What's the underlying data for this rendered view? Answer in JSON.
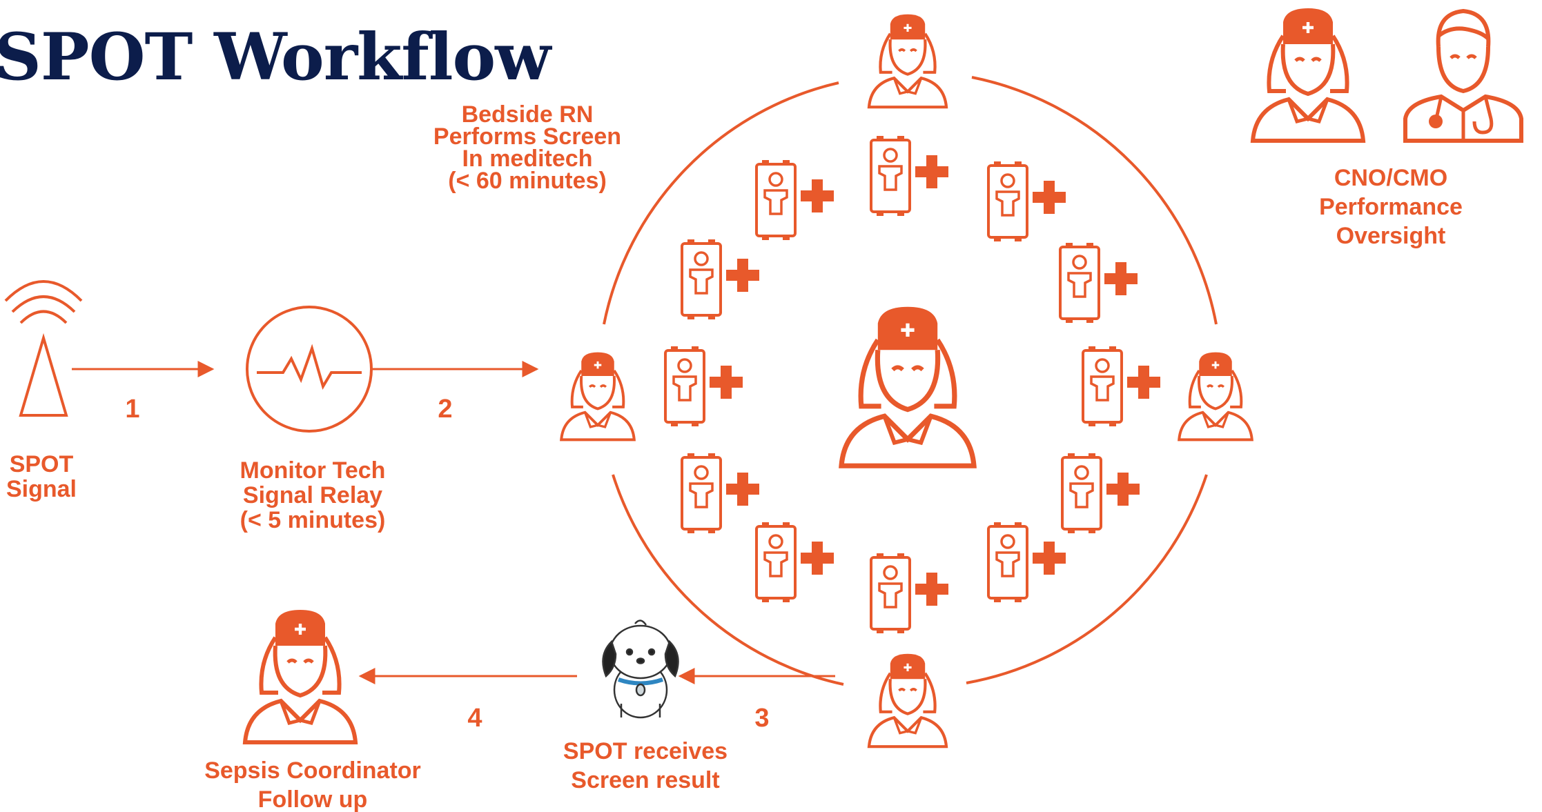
{
  "title": "SPOT Workflow",
  "colors": {
    "accent": "#e8592b",
    "title": "#0c1d4b"
  },
  "labels": {
    "spot_signal": [
      "SPOT",
      "Signal"
    ],
    "monitor_tech": [
      "Monitor Tech",
      "Signal Relay",
      "(< 5 minutes)"
    ],
    "bedside_rn": [
      "Bedside RN",
      "Performs Screen",
      "In meditech",
      "(< 60 minutes)"
    ],
    "oversight": [
      "CNO/CMO",
      "Performance",
      "Oversight"
    ],
    "spot_receives": [
      "SPOT receives",
      "Screen result"
    ],
    "sepsis_coordinator": [
      "Sepsis Coordinator",
      "Follow up"
    ]
  },
  "steps": [
    "1",
    "2",
    "3",
    "4"
  ],
  "icons": [
    "signal-tower-icon",
    "heart-monitor-icon",
    "nurse-icon",
    "doctor-icon",
    "patient-bed-icon",
    "medical-cross-icon",
    "dog-mascot-icon"
  ]
}
